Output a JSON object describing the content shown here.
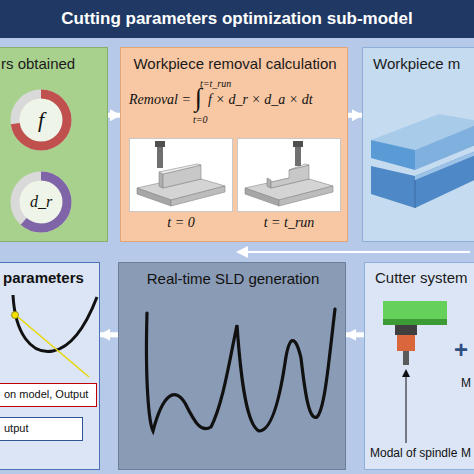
{
  "diagram": {
    "title": "Cutting parameters optimization sub-model",
    "nodes": [
      {
        "text": [
          "rs obtained"
        ]
      },
      {
        "text": [
          "f"
        ],
        "in": 0
      },
      {
        "text": [
          "d_r"
        ],
        "in": 0
      },
      {
        "text": [
          "Workpiece removal calculation",
          "Removal =",
          "∫",
          "t=t_run",
          "t=0",
          "f × d_r × d_a × dt"
        ]
      },
      {
        "text": [
          "t = 0"
        ],
        "in": 3
      },
      {
        "text": [
          "t = t_run"
        ],
        "in": 3
      },
      {
        "text": [
          "Workpiece m"
        ]
      },
      {
        "text": [
          "parameters"
        ]
      },
      {
        "text": [
          "on model, Output"
        ],
        "in": 7
      },
      {
        "text": [
          "utput"
        ],
        "in": 7
      },
      {
        "text": [
          "Real-time SLD generation"
        ]
      },
      {
        "text": [
          "Cutter system"
        ]
      }
    ],
    "edges": [
      {
        "from": 0,
        "to": 3,
        "arrow": "to"
      },
      {
        "from": 3,
        "to": 6,
        "arrow": "to"
      },
      {
        "from": 11,
        "to": 10,
        "arrow": "to"
      },
      {
        "from": 10,
        "to": 7,
        "arrow": "to"
      }
    ],
    "labels": [
      "Modal of spindle",
      "+",
      "M",
      "M"
    ]
  }
}
